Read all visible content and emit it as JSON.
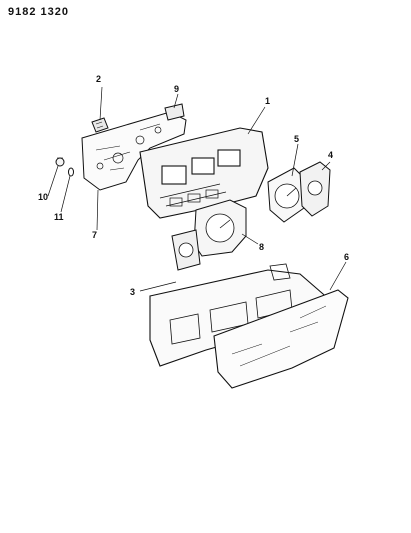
{
  "header": {
    "document_id": "9182 1320"
  },
  "callouts": [
    {
      "id": "c1",
      "label": "1"
    },
    {
      "id": "c2",
      "label": "2"
    },
    {
      "id": "c3",
      "label": "3"
    },
    {
      "id": "c4",
      "label": "4"
    },
    {
      "id": "c5",
      "label": "5"
    },
    {
      "id": "c6",
      "label": "6"
    },
    {
      "id": "c7",
      "label": "7"
    },
    {
      "id": "c8",
      "label": "8"
    },
    {
      "id": "c9",
      "label": "9"
    },
    {
      "id": "c10",
      "label": "10"
    },
    {
      "id": "c11",
      "label": "11"
    }
  ]
}
